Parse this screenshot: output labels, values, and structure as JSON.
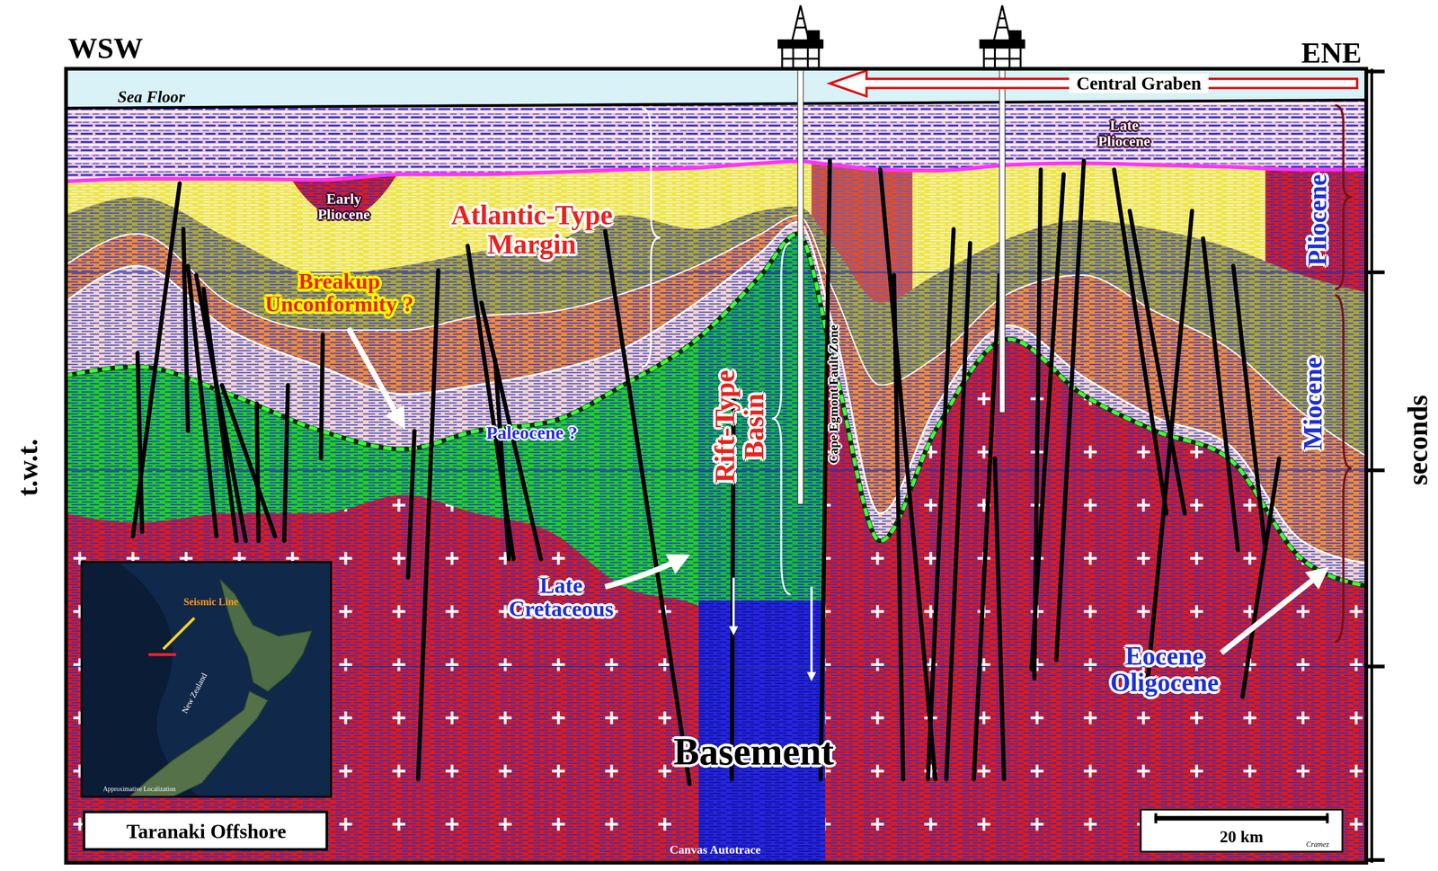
{
  "diagram": {
    "nodes": [
      {
        "text": [
          "Seismic Line",
          "New Zealand",
          "Approximative Localization"
        ]
      },
      {
        "text": [
          "Taranaki Offshore"
        ]
      },
      {
        "text": [
          "20 km",
          "Cramez"
        ]
      }
    ],
    "labels": [
      "WSW",
      "ENE",
      "Sea Floor",
      "Central Graben",
      "Late Pliocene",
      "Early Pliocene",
      "Atlantic-Type Margin",
      "Breakup Unconformity ?",
      "Paleocene ?",
      "Rift-Type Basin",
      "Cape Egmont Fault Zone",
      "Late Cretaceous",
      "Basement",
      "Eocene Oligocene",
      "Pliocene",
      "Miocene",
      "t.w.t.",
      "seconds",
      "Canvas Autotrace"
    ]
  }
}
